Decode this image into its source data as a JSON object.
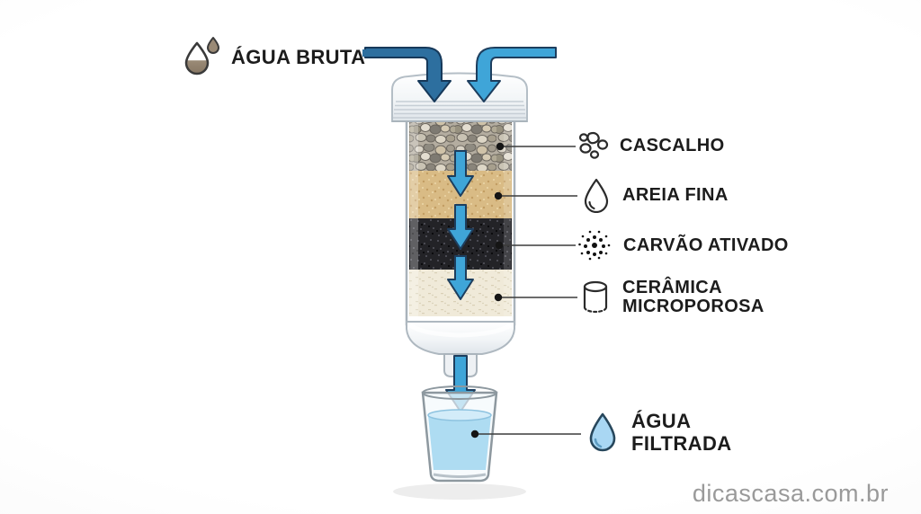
{
  "labels": {
    "raw_water": "ÁGUA BRUTA",
    "layer1": "CASCALHO",
    "layer2": "AREIA FINA",
    "layer3": "CARVÃO ATIVADO",
    "layer4_line1": "CERÂMICA",
    "layer4_line2": "MICROPOROSA",
    "filtered_line1": "ÁGUA",
    "filtered_line2": "FILTRADA"
  },
  "watermark": "dicascasa.com.br",
  "diagram": {
    "type": "water-filter-cutaway",
    "flow_order": [
      "ÁGUA BRUTA",
      "CASCALHO",
      "AREIA FINA",
      "CARVÃO ATIVADO",
      "CERÂMICA MICROPOROSA",
      "ÁGUA FILTRADA"
    ]
  },
  "colors": {
    "arrow_dark": "#2d6f9f",
    "arrow_dark_border": "#16395a",
    "arrow_light": "#3fa5d8",
    "arrow_light_border": "#1d3e5e",
    "sand": "#d9bb85",
    "carbon": "#232327",
    "ceramic": "#f0ead9",
    "water": "#aedcf2",
    "label_text": "#1c1c1c",
    "watermark_text": "#9a9a9a"
  }
}
